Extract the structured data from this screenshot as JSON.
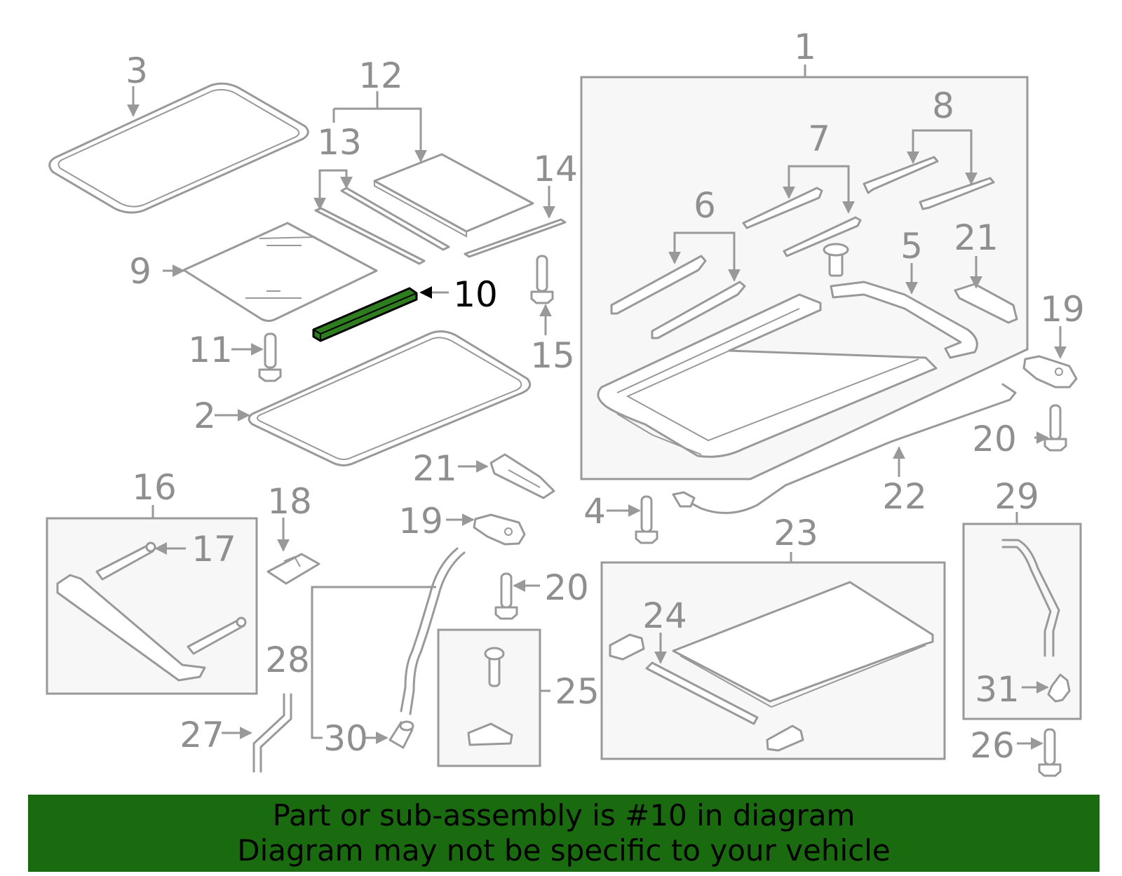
{
  "callouts": {
    "c1": "1",
    "c2": "2",
    "c3": "3",
    "c4": "4",
    "c5": "5",
    "c6": "6",
    "c7": "7",
    "c8": "8",
    "c9": "9",
    "c10": "10",
    "c11": "11",
    "c12": "12",
    "c13": "13",
    "c14": "14",
    "c15": "15",
    "c16": "16",
    "c17": "17",
    "c18": "18",
    "c19a": "19",
    "c19b": "19",
    "c20a": "20",
    "c20b": "20",
    "c21a": "21",
    "c21b": "21",
    "c22": "22",
    "c23": "23",
    "c24": "24",
    "c25": "25",
    "c26": "26",
    "c27": "27",
    "c28": "28",
    "c29": "29",
    "c30": "30",
    "c31": "31"
  },
  "highlight": {
    "part_number": "10",
    "color": "#2e7d1e"
  },
  "colors": {
    "line": "#999999",
    "panel": "#f7f7f7",
    "banner": "#1a6b0f",
    "highlight_text": "#000000"
  },
  "banner": {
    "line1": "Part or sub-assembly is #10 in diagram",
    "line2": "Diagram may not be specific to your vehicle"
  }
}
